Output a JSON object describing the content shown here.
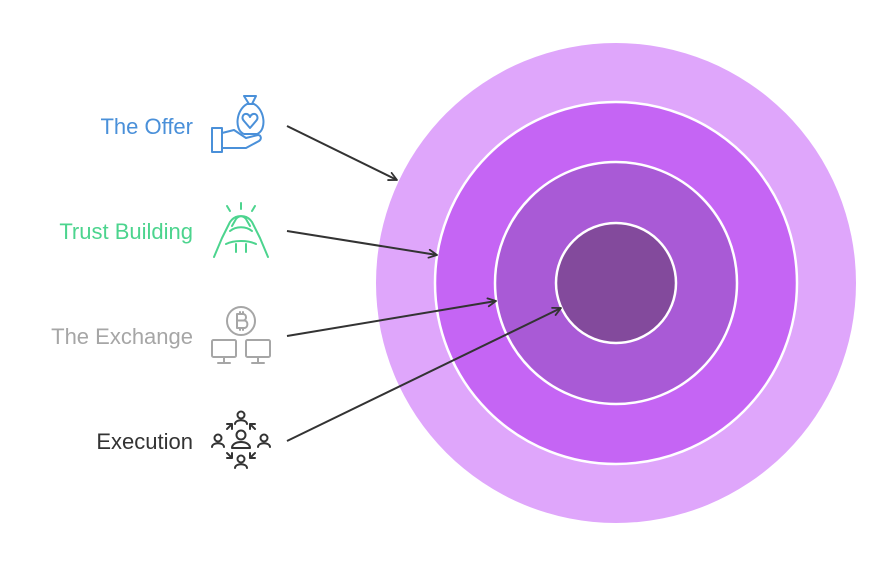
{
  "layers": [
    {
      "label": "The Offer",
      "icon": "money-bag-hand-icon",
      "label_color": "#4A90D9",
      "icon_color": "#4A90D9",
      "ring_color": "#DFA6FB"
    },
    {
      "label": "Trust Building",
      "icon": "handshake-icon",
      "label_color": "#4CD48E",
      "icon_color": "#4CD48E",
      "ring_color": "#C565F4"
    },
    {
      "label": "The Exchange",
      "icon": "bitcoin-computers-icon",
      "label_color": "#A6A6A6",
      "icon_color": "#A6A6A6",
      "ring_color": "#A95AD6"
    },
    {
      "label": "Execution",
      "icon": "team-cycle-icon",
      "label_color": "#333333",
      "icon_color": "#333333",
      "ring_color": "#834A9C"
    }
  ],
  "colors": {
    "ring_border": "#FFFFFF",
    "arrow": "#333333"
  }
}
